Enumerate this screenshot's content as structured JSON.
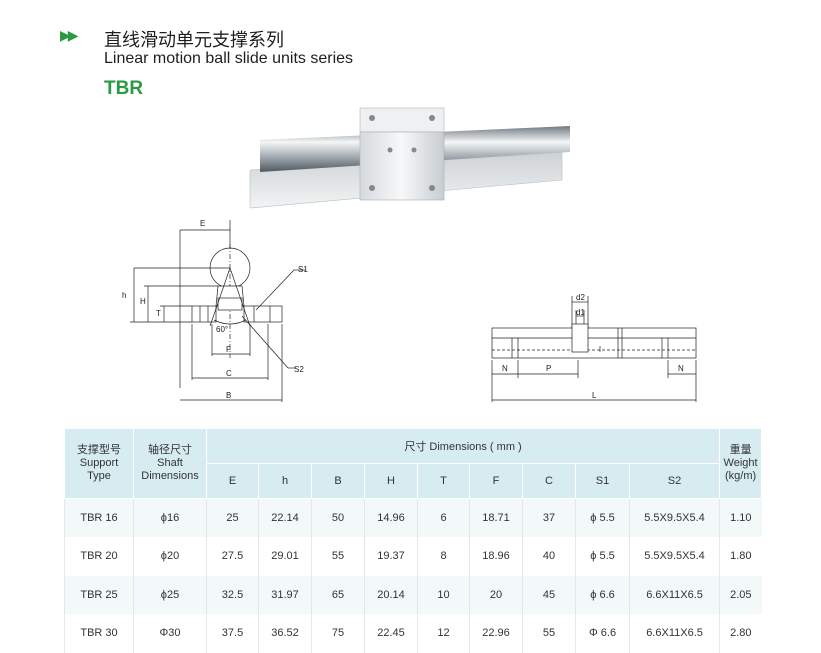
{
  "header": {
    "arrows": "▶▶",
    "title_cn": "直线滑动单元支撑系列",
    "title_en": "Linear motion ball slide units series",
    "model": "TBR"
  },
  "drawings": {
    "front": {
      "E": "E",
      "h": "h",
      "H": "H",
      "T": "T",
      "S1": "S1",
      "angle": "60°",
      "F": "F",
      "C": "C",
      "S2": "S2",
      "B": "B"
    },
    "side": {
      "d2": "d2",
      "d1": "d1",
      "N_left": "N",
      "P": "P",
      "N_right": "N",
      "L": "L"
    }
  },
  "table": {
    "header": {
      "support_type": [
        "支撑型号",
        "Support",
        "Type"
      ],
      "shaft_dimensions": [
        "轴径尺寸",
        "Shaft",
        "Dimensions"
      ],
      "dimensions": "尺寸 Dimensions ( mm )",
      "weight": [
        "重量",
        "Weight",
        "(kg/m)"
      ],
      "columns": [
        "E",
        "h",
        "B",
        "H",
        "T",
        "F",
        "C",
        "S1",
        "S2"
      ]
    },
    "rows": [
      [
        "TBR 16",
        "ϕ16",
        "25",
        "22.14",
        "50",
        "14.96",
        "6",
        "18.71",
        "37",
        "ϕ 5.5",
        "5.5X9.5X5.4",
        "1.10"
      ],
      [
        "TBR 20",
        "ϕ20",
        "27.5",
        "29.01",
        "55",
        "19.37",
        "8",
        "18.96",
        "40",
        "ϕ 5.5",
        "5.5X9.5X5.4",
        "1.80"
      ],
      [
        "TBR 25",
        "ϕ25",
        "32.5",
        "31.97",
        "65",
        "20.14",
        "10",
        "20",
        "45",
        "ϕ 6.6",
        "6.6X11X6.5",
        "2.05"
      ],
      [
        "TBR 30",
        "Φ30",
        "37.5",
        "36.52",
        "75",
        "22.45",
        "12",
        "22.96",
        "55",
        "Φ 6.6",
        "6.6X11X6.5",
        "2.80"
      ]
    ]
  }
}
